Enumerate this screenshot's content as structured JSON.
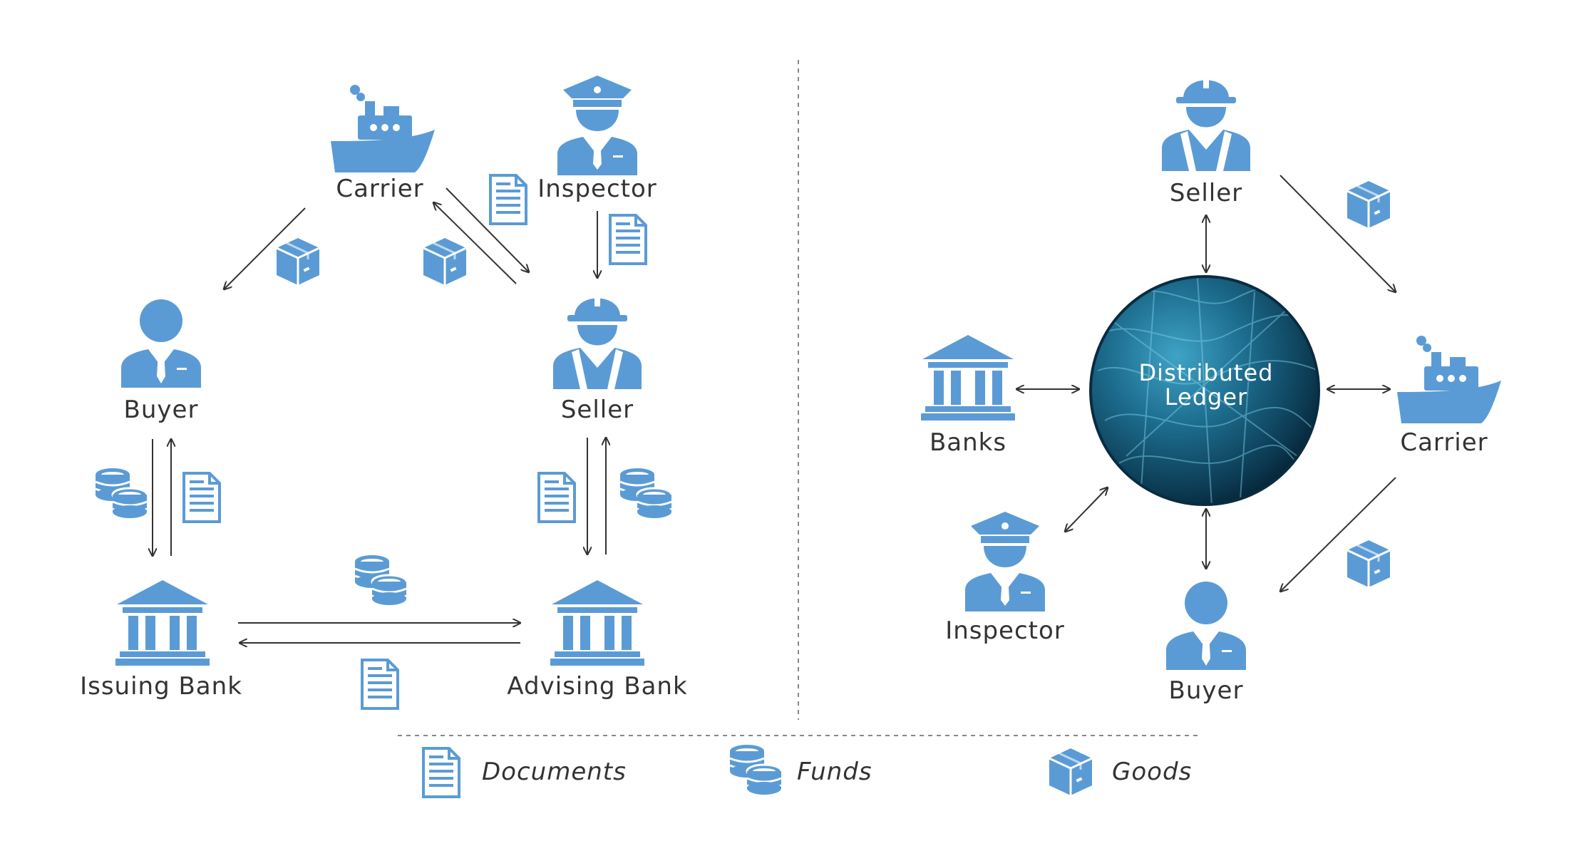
{
  "colors": {
    "icon": "#5b9bd5",
    "icon_dark": "#3f80c0",
    "arrow": "#333333",
    "label": "#333333",
    "divider": "#888888",
    "globe": "#1c6b8c"
  },
  "left_panel": {
    "nodes": {
      "carrier": "Carrier",
      "inspector": "Inspector",
      "buyer": "Buyer",
      "seller": "Seller",
      "issuing_bank": "Issuing Bank",
      "advising_bank": "Advising Bank"
    }
  },
  "right_panel": {
    "ledger": {
      "line1": "Distributed",
      "line2": "Ledger"
    },
    "nodes": {
      "seller": "Seller",
      "banks": "Banks",
      "carrier": "Carrier",
      "inspector": "Inspector",
      "buyer": "Buyer"
    }
  },
  "legend": {
    "documents": "Documents",
    "funds": "Funds",
    "goods": "Goods"
  },
  "icons": [
    "ship-icon",
    "inspector-icon",
    "buyer-icon",
    "seller-icon",
    "bank-icon",
    "document-icon",
    "funds-icon",
    "goods-icon",
    "globe-icon"
  ]
}
